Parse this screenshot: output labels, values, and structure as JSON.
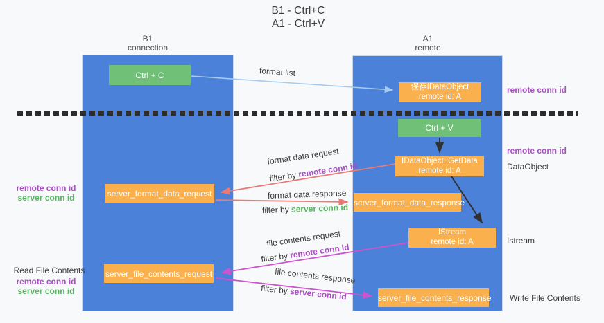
{
  "title": {
    "line1": "B1 - Ctrl+C",
    "line2": "A1 - Ctrl+V"
  },
  "lanes": {
    "b1": {
      "name": "B1",
      "subtitle": "connection"
    },
    "a1": {
      "name": "A1",
      "subtitle": "remote"
    }
  },
  "nodes": {
    "ctrl_c": {
      "label": "Ctrl + C"
    },
    "ctrl_v": {
      "label": "Ctrl + V"
    },
    "save_dataobject": {
      "line1": "保存IDataObject",
      "line2": "remote id: A"
    },
    "getdata": {
      "line1": "IDataObject::GetData",
      "line2": "remote id: A"
    },
    "istream": {
      "line1": "IStream",
      "line2": "remote id: A"
    },
    "server_format_data_request": {
      "label": "server_format_data_request"
    },
    "server_format_data_response": {
      "label": "server_format_data_response"
    },
    "server_file_contents_request": {
      "label": "server_file_contents_request"
    },
    "server_file_contents_response": {
      "label": "server_file_contents_response"
    }
  },
  "annotations": {
    "remote_conn_id_top_right": "remote conn id",
    "remote_conn_id_mid_right": "remote conn id",
    "dataobject_right": "DataObject",
    "istream_right": "Istream",
    "write_file_contents_right": "Write File Contents",
    "read_file_contents_left": "Read File Contents",
    "left_format": {
      "remote": "remote conn id",
      "server": "server conn id"
    },
    "left_file": {
      "remote": "remote conn id",
      "server": "server conn id"
    }
  },
  "edges": {
    "format_list": {
      "label": "format list"
    },
    "format_data_request": {
      "label": "format data request",
      "filter_prefix": "filter by ",
      "filter_key": "remote conn id"
    },
    "format_data_response": {
      "label": "format data response",
      "filter_prefix": "filter by ",
      "filter_key": "server conn id"
    },
    "file_contents_request": {
      "label": "file contents request",
      "filter_prefix": "filter by ",
      "filter_key": "remote conn id"
    },
    "file_contents_response": {
      "label": "file contents response",
      "filter_prefix": "filter by ",
      "filter_key": "server conn id"
    }
  },
  "colors": {
    "lane_blue": "#4b81d8",
    "node_orange": "#f9b04d",
    "node_green": "#70c177",
    "accent_purple": "#aa4fc3",
    "accent_green": "#58b663",
    "arrow_red": "#e97a74",
    "arrow_magenta": "#cd54cc",
    "arrow_lightblue": "#a7cbee",
    "arrow_black": "#303030"
  }
}
